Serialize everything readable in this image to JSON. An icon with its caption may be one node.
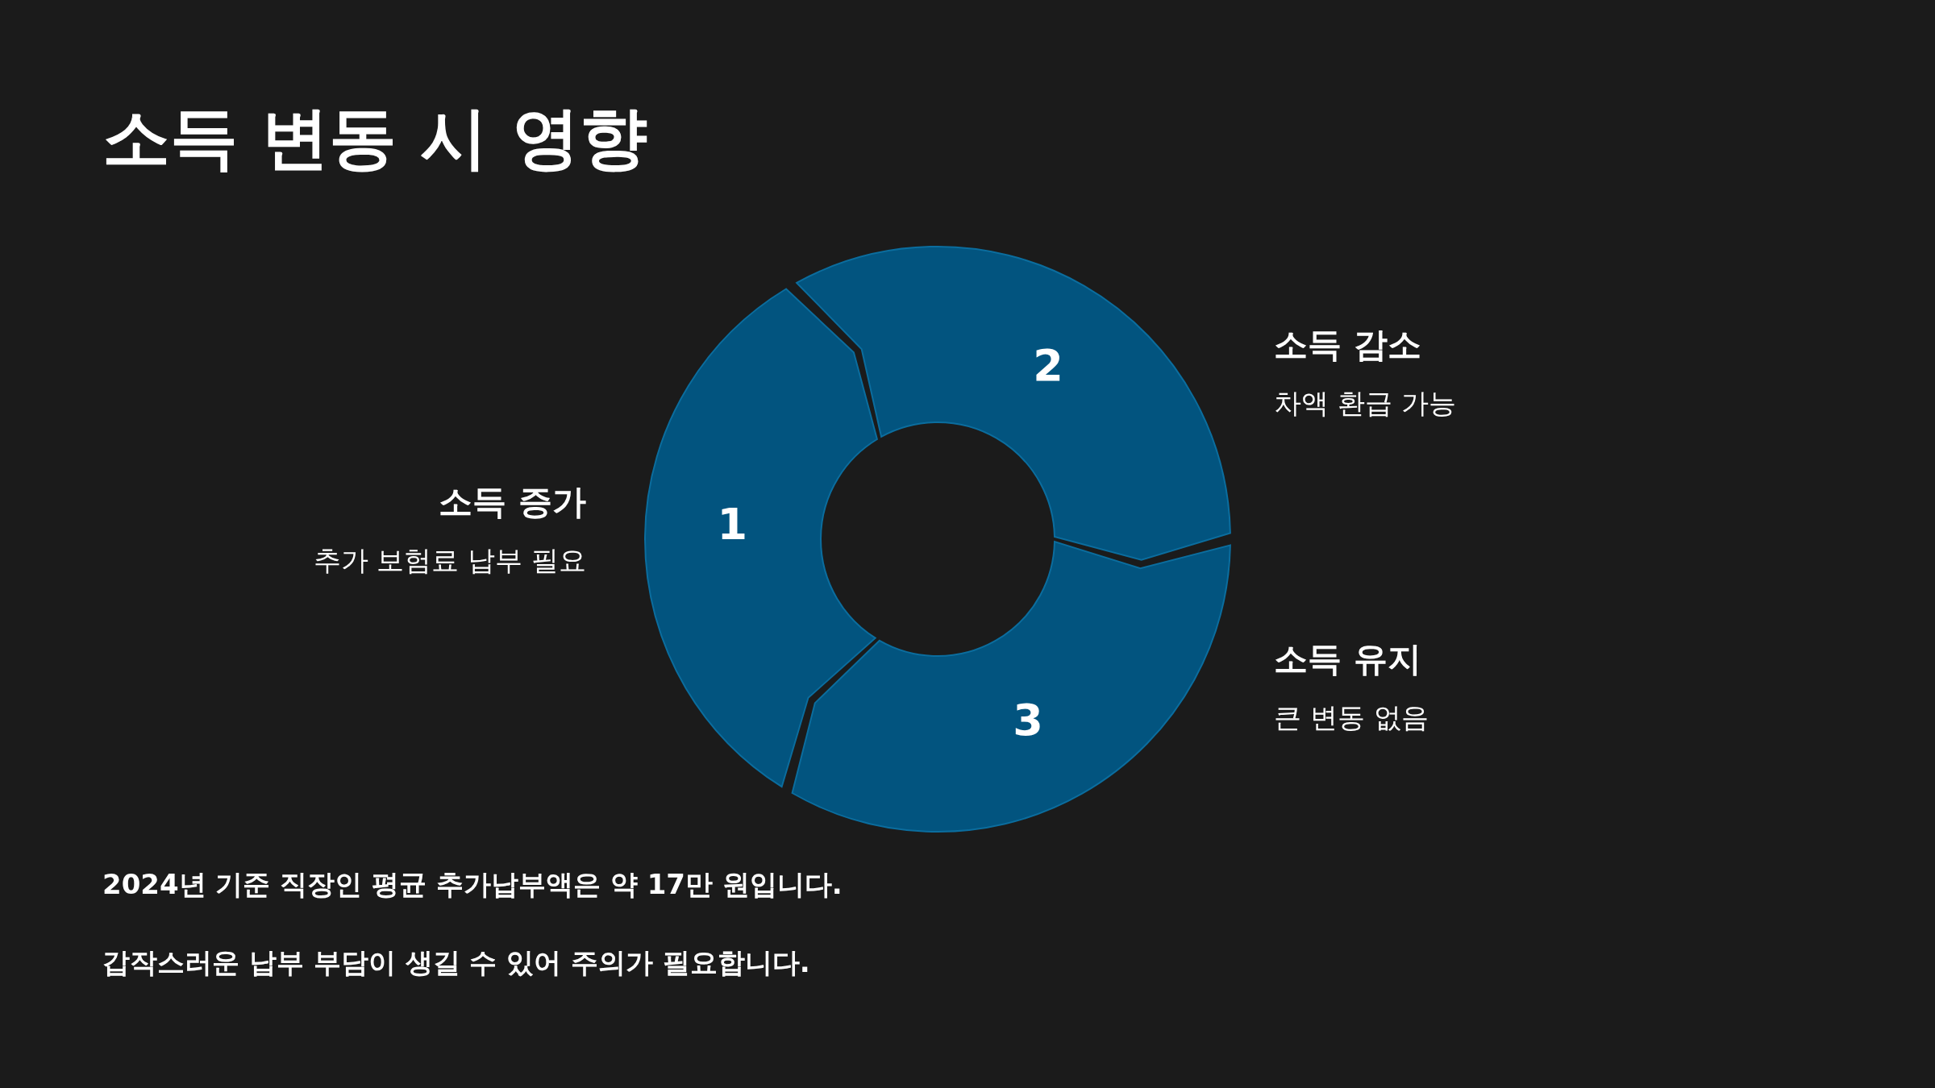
{
  "diagram": {
    "title": "소득 변동 시 영향",
    "nodes": [
      {
        "text": [
          "1"
        ],
        "beside": [
          "소득 증가",
          "추가 보험료 납부 필요"
        ]
      },
      {
        "text": [
          "2"
        ],
        "beside": [
          "소득 감소",
          "차액 환급 가능"
        ]
      },
      {
        "text": [
          "3"
        ],
        "beside": [
          "소득 유지",
          "큰 변동 없음"
        ]
      }
    ],
    "labels": [
      "2024년 기준 직장인 평균 추가납부액은 약 17만 원입니다.",
      "갑작스러운 납부 부담이 생길 수 있어 주의가 필요합니다."
    ]
  }
}
